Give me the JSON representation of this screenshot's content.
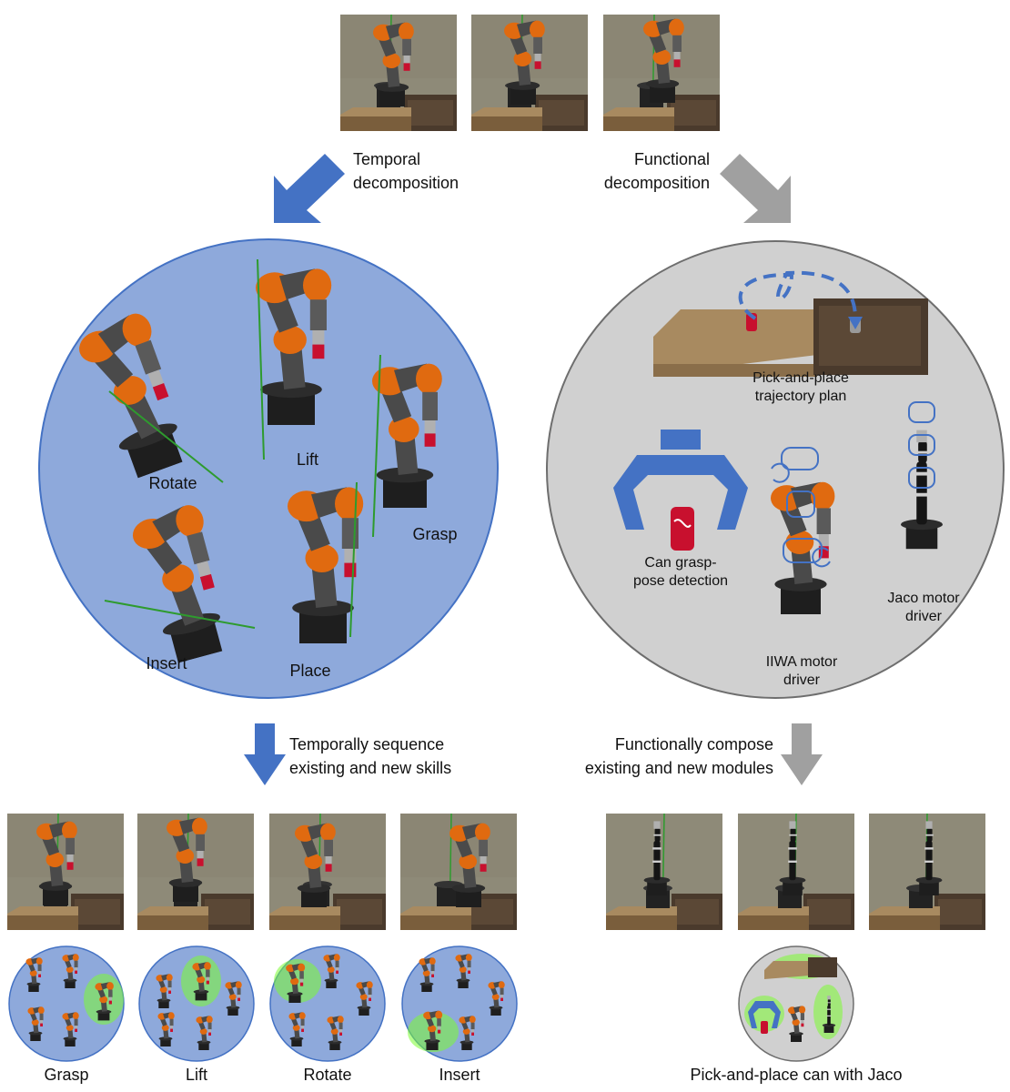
{
  "colors": {
    "blue_arrow": "#4472C4",
    "gray_arrow": "#A0A0A0",
    "blue_circle_fill": "#8EA9DB",
    "blue_circle_stroke": "#4472C4",
    "gray_circle_fill": "#D0D0D0",
    "gray_circle_stroke": "#6E6E6E",
    "robot_orange": "#E06A10",
    "robot_gray": "#4A4A4A",
    "highlight_green": "#7CFC32",
    "scene_wall": "#8E8A78",
    "table_wood": "#A88A60",
    "box_wood": "#4A3A2C"
  },
  "labels": {
    "temporal_decomposition": [
      "Temporal",
      "decomposition"
    ],
    "functional_decomposition": [
      "Functional",
      "decomposition"
    ],
    "temporal_sequence": [
      "Temporally sequence",
      "existing and new skills"
    ],
    "functional_compose": [
      "Functionally compose",
      "existing and new modules"
    ]
  },
  "skills_circle": {
    "rotate": "Rotate",
    "lift": "Lift",
    "grasp": "Grasp",
    "insert": "Insert",
    "place": "Place"
  },
  "modules_circle": {
    "pick_place_plan": [
      "Pick-and-place",
      "trajectory plan"
    ],
    "grasp_detection": [
      "Can grasp-",
      "pose detection"
    ],
    "iiwa_driver": [
      "IIWA motor",
      "driver"
    ],
    "jaco_driver": [
      "Jaco motor",
      "driver"
    ]
  },
  "bottom_captions": {
    "grasp": "Grasp",
    "lift": "Lift",
    "rotate": "Rotate",
    "insert": "Insert",
    "pick_place_jaco": "Pick-and-place can with Jaco"
  },
  "icons": [
    "arrow-down-left-icon",
    "arrow-down-right-icon",
    "arrow-down-icon",
    "gripper-icon",
    "dashed-trajectory-icon",
    "joint-rotation-icon"
  ]
}
